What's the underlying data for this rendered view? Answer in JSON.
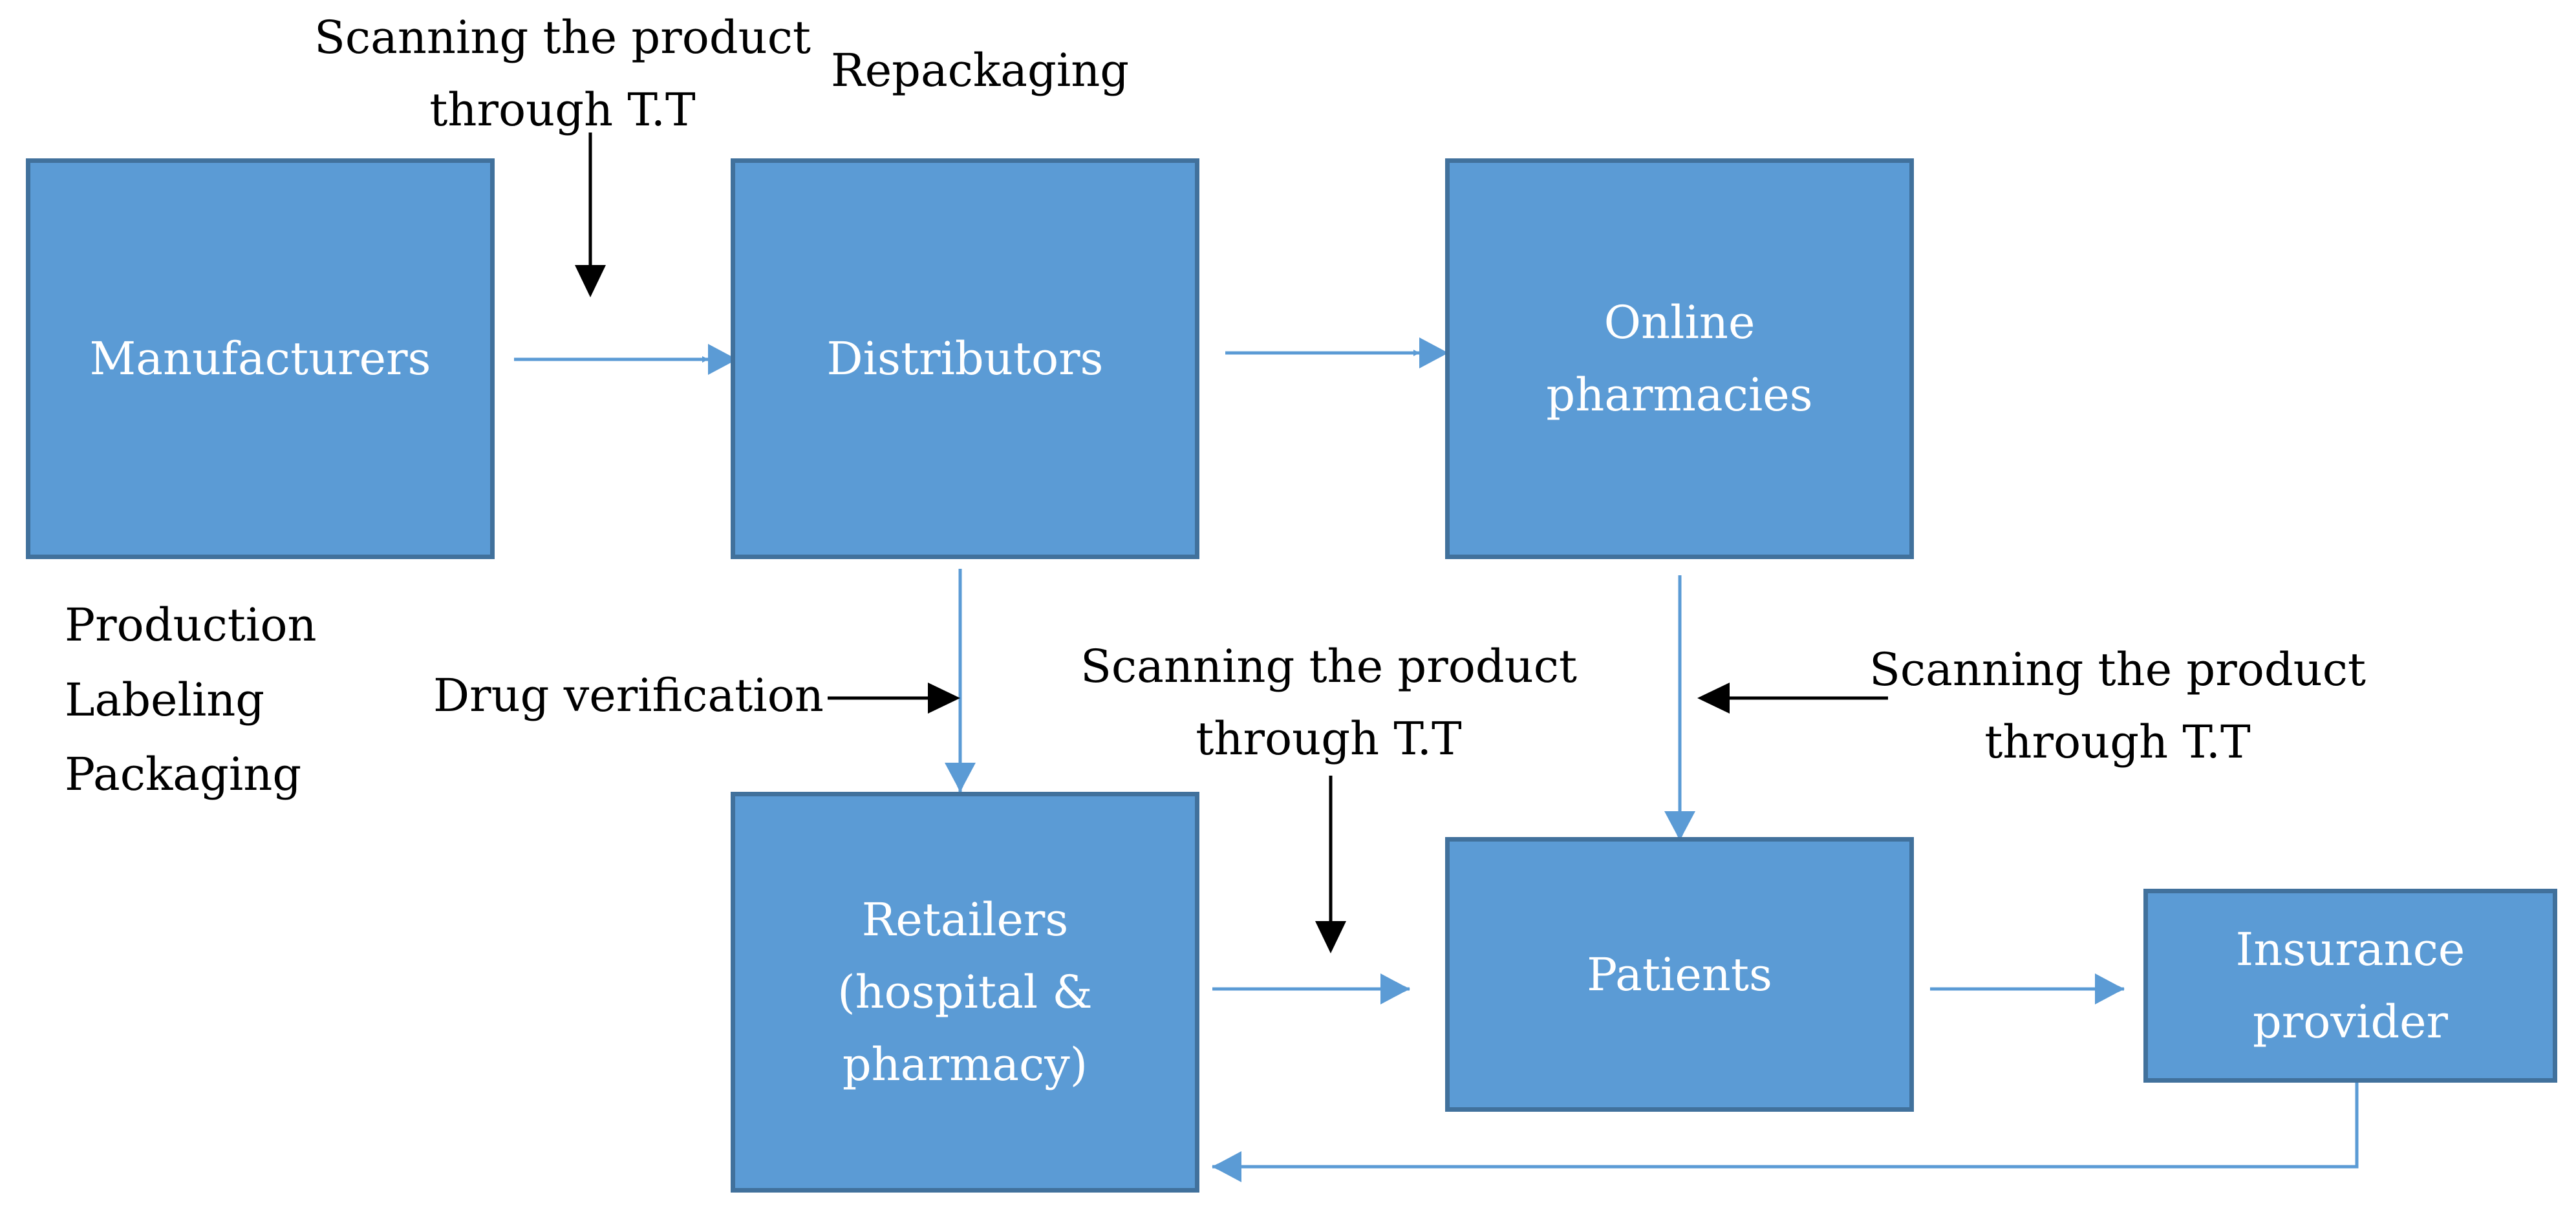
{
  "nodes": {
    "manufacturers": "Manufacturers",
    "distributors": "Distributors",
    "online_pharmacies": "Online\npharmacies",
    "retailers": "Retailers\n(hospital &\npharmacy)",
    "patients": "Patients",
    "insurance_provider": "Insurance\nprovider"
  },
  "annotations": {
    "scan_top": "Scanning the product\nthrough T.T",
    "repackaging": "Repackaging",
    "production_steps": "Production\nLabeling\nPackaging",
    "drug_verification": "Drug verification",
    "scan_middle": "Scanning the product\nthrough T.T",
    "scan_right": "Scanning the product\nthrough T.T"
  },
  "colors": {
    "box_fill": "#5b9bd5",
    "box_border": "#41719c",
    "flow_arrow": "#5b9bd5",
    "scan_arrow": "#000000"
  }
}
